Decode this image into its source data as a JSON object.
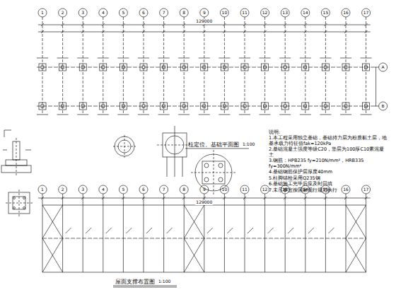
{
  "diagram": {
    "labels": [
      "柱定位、基础平面图",
      "1:100",
      "屋面支撑布置图",
      "1:100",
      "129000",
      "129000",
      "说明:",
      "1.本工程采用独立基础，基础持力层为粉质黏土层，地基承载力特征值fak=120kPa",
      "2.基础混凝土强度等级C20，垫层为100厚C10素混凝土",
      "3.钢筋：HPB235 fy=210N/mm²，HRB335 fy=300N/mm²",
      "4.基础钢筋保护层厚度40mm",
      "5.柱脚锚栓采用Q235钢",
      "6.基础施工完毕后应及时回填",
      "7.未尽事宜按国家现行规范执行",
      "1",
      "2",
      "3",
      "4",
      "5",
      "6",
      "7",
      "8",
      "9",
      "10",
      "11",
      "12",
      "13",
      "14",
      "15",
      "16",
      "17",
      "1",
      "2",
      "3",
      "4",
      "5",
      "6",
      "7",
      "8",
      "9",
      "10",
      "11",
      "12",
      "13",
      "14",
      "15",
      "16",
      "17",
      "A",
      "B"
    ]
  }
}
